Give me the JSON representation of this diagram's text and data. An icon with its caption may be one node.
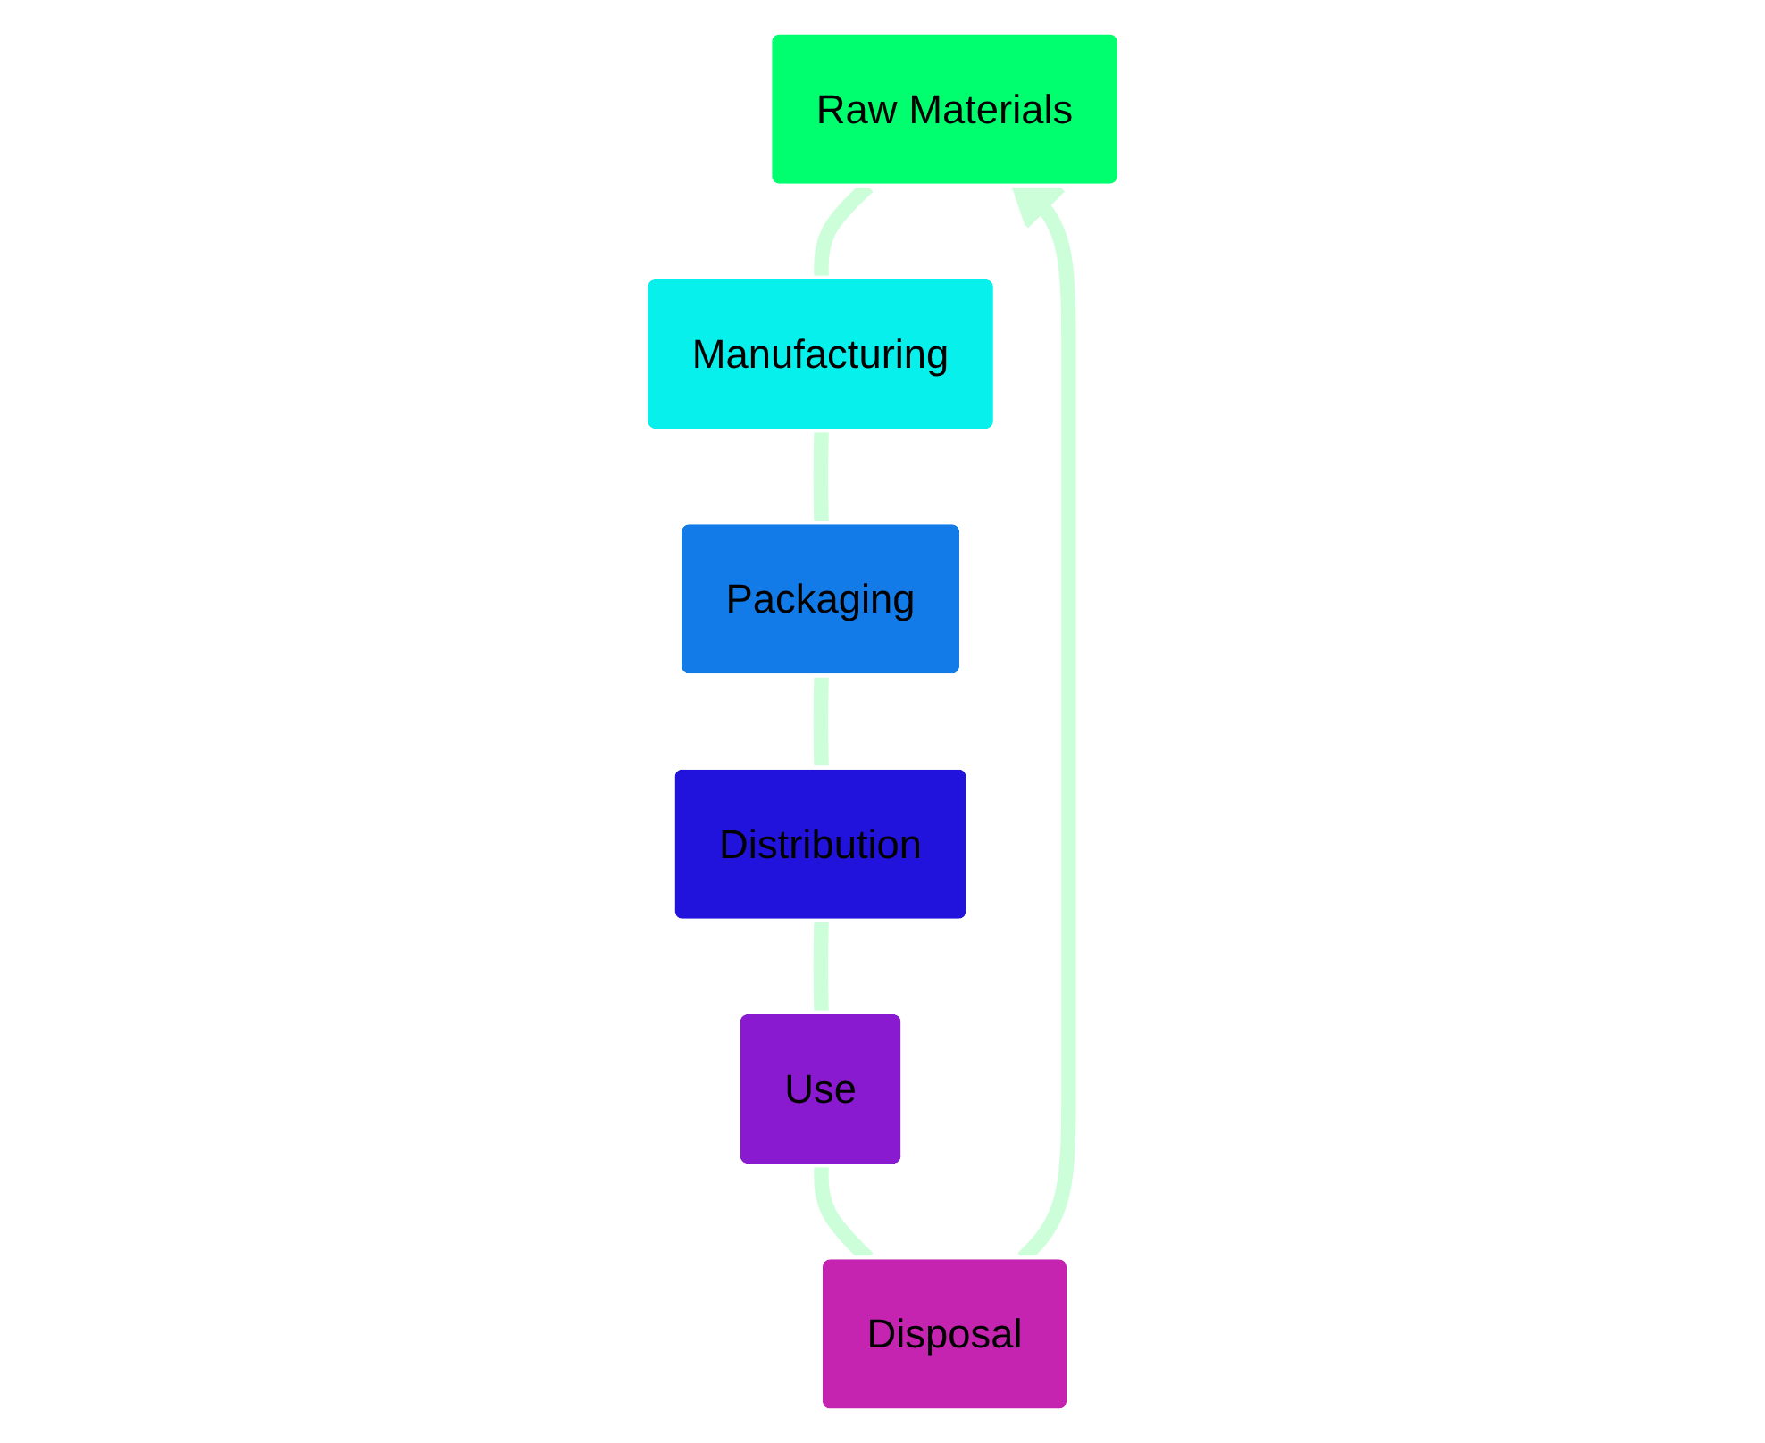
{
  "diagram": {
    "nodes": [
      {
        "text": [
          "Raw Materials"
        ]
      },
      {
        "text": [
          "Manufacturing"
        ]
      },
      {
        "text": [
          "Packaging"
        ]
      },
      {
        "text": [
          "Distribution"
        ]
      },
      {
        "text": [
          "Use"
        ]
      },
      {
        "text": [
          "Disposal"
        ]
      }
    ],
    "edges": [
      {
        "from": 0,
        "to": 1,
        "arrow": "none"
      },
      {
        "from": 1,
        "to": 2,
        "arrow": "none"
      },
      {
        "from": 2,
        "to": 3,
        "arrow": "none"
      },
      {
        "from": 3,
        "to": 4,
        "arrow": "none"
      },
      {
        "from": 4,
        "to": 5,
        "arrow": "none"
      },
      {
        "from": 5,
        "to": 0,
        "arrow": "to"
      }
    ]
  }
}
